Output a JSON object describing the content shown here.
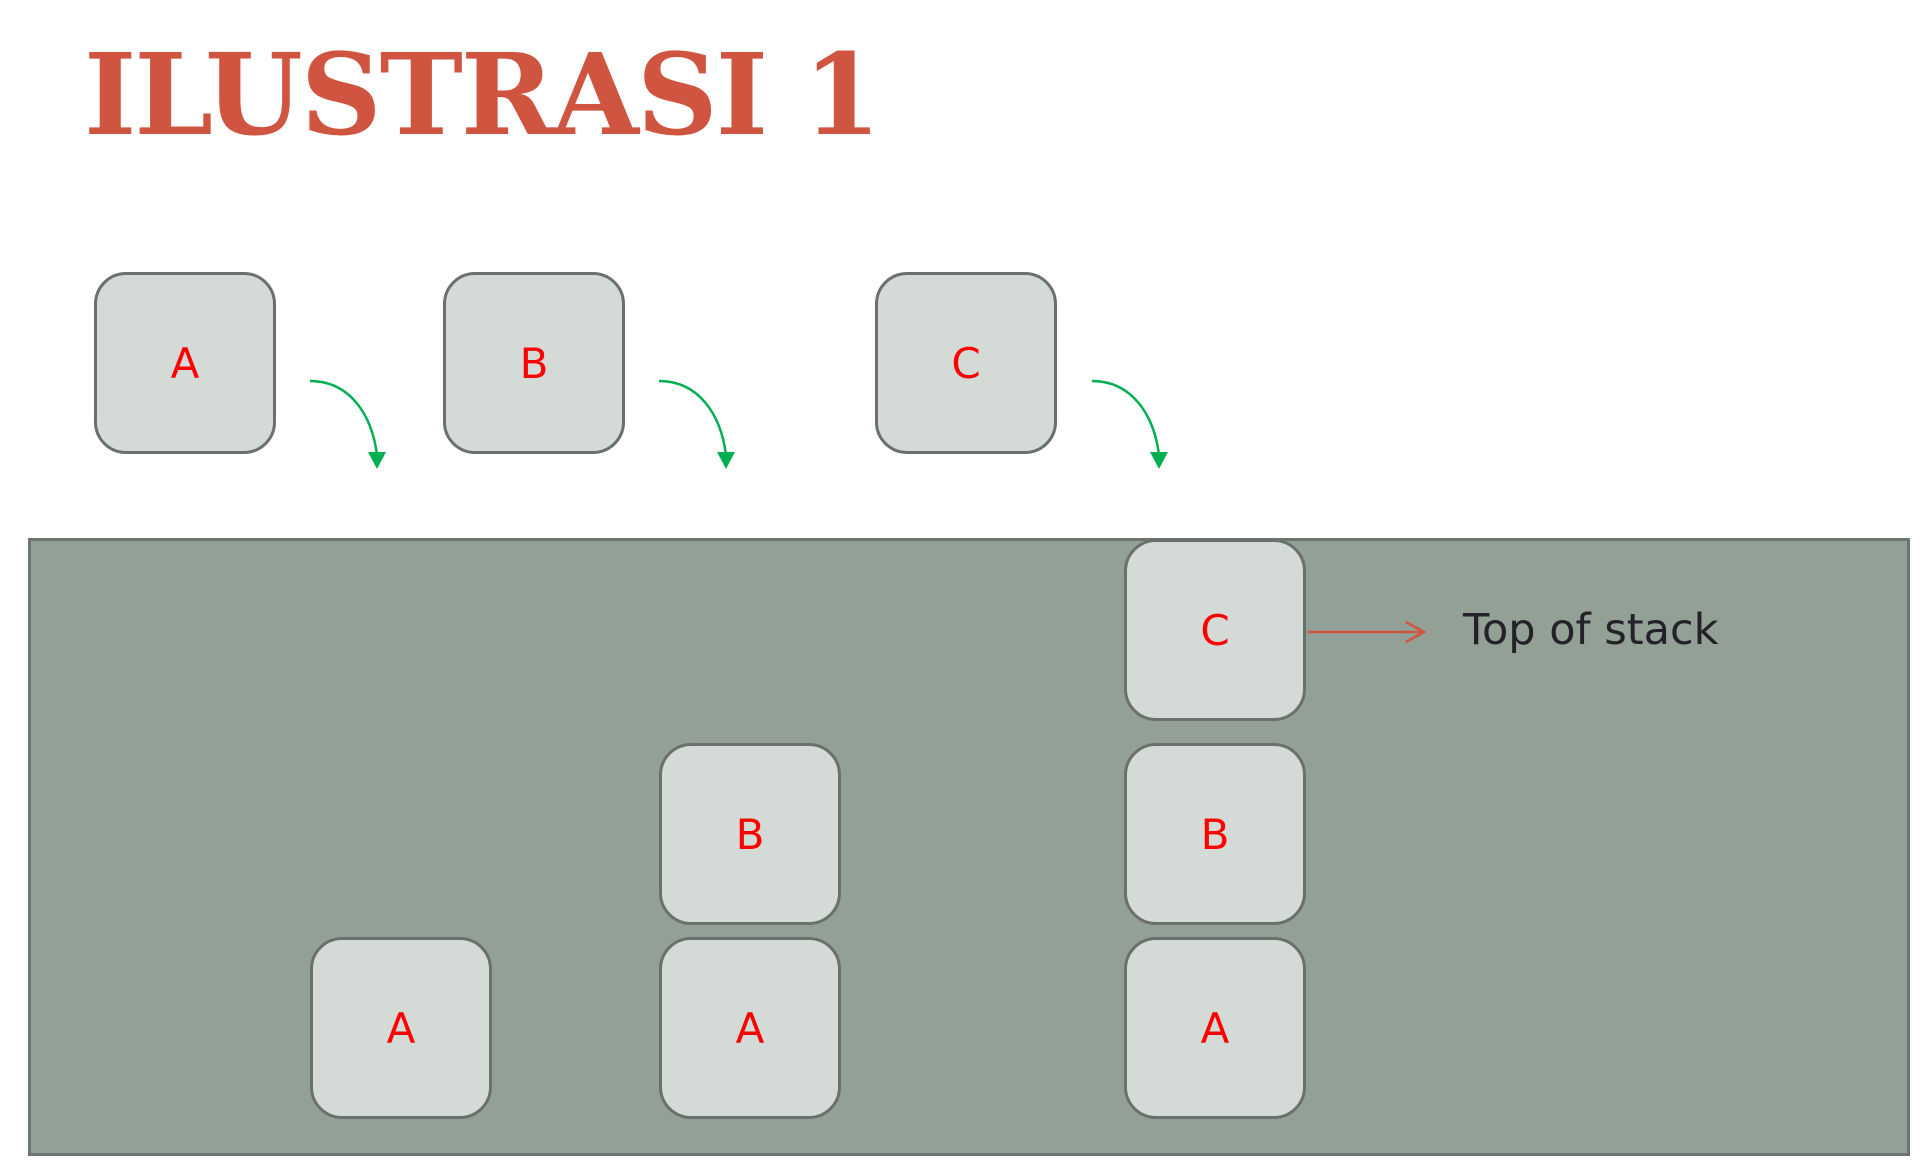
{
  "title": "ILUSTRASI 1",
  "colors": {
    "title": "#D05540",
    "stack_area": "#92A096",
    "box_fill": "#D4DBD6",
    "box_border": "#6A706C",
    "box_letter": "#FF0000",
    "push_arrow": "#00B050",
    "pointer_arrow": "#D05540"
  },
  "incoming": [
    {
      "label": "A"
    },
    {
      "label": "B"
    },
    {
      "label": "C"
    }
  ],
  "stacks": [
    {
      "items": [
        "A"
      ]
    },
    {
      "items": [
        "A",
        "B"
      ]
    },
    {
      "items": [
        "A",
        "B",
        "C"
      ]
    }
  ],
  "top_label": "Top of stack"
}
